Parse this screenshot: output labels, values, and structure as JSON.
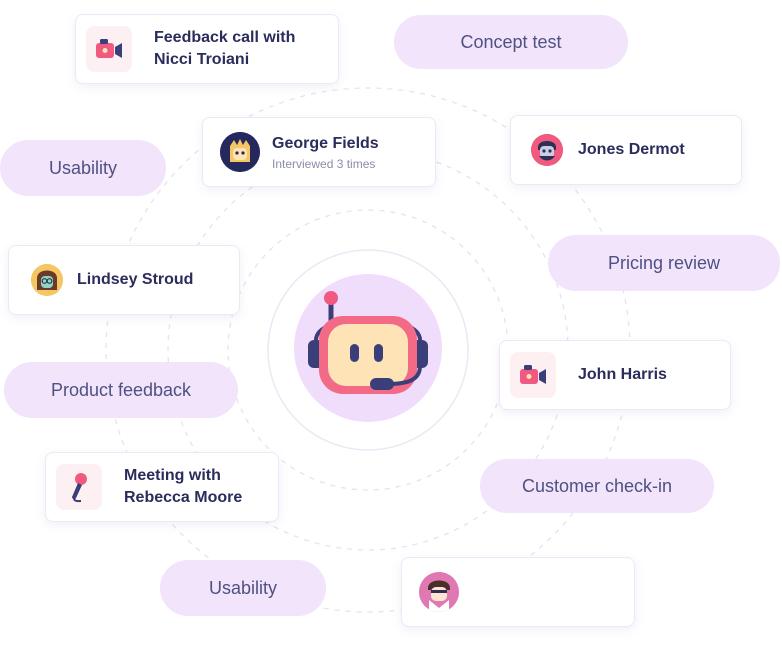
{
  "cards": {
    "feedback_call": {
      "title": "Feedback call with Nicci Troiani",
      "icon": "video-camera-icon"
    },
    "george": {
      "name": "George Fields",
      "subtitle": "Interviewed 3 times"
    },
    "jones": {
      "name": "Jones Dermot"
    },
    "lindsey": {
      "name": "Lindsey Stroud"
    },
    "john": {
      "name": "John Harris",
      "icon": "video-camera-icon"
    },
    "meeting": {
      "title": "Meeting with Rebecca Moore",
      "icon": "microphone-icon"
    },
    "unnamed": {
      "name": ""
    }
  },
  "tags": {
    "concept_test": "Concept test",
    "usability_top": "Usability",
    "pricing_review": "Pricing review",
    "product_feedback": "Product feedback",
    "customer_checkin": "Customer check-in",
    "usability_bottom": "Usability"
  },
  "colors": {
    "pill_bg": "#f1e4fb",
    "pill_text": "#4f5183",
    "card_text": "#2a2c5c",
    "accent_pink": "#f05a80",
    "bot_center_bg": "#f0dcfb"
  },
  "center": {
    "icon": "robot-headset-icon"
  }
}
